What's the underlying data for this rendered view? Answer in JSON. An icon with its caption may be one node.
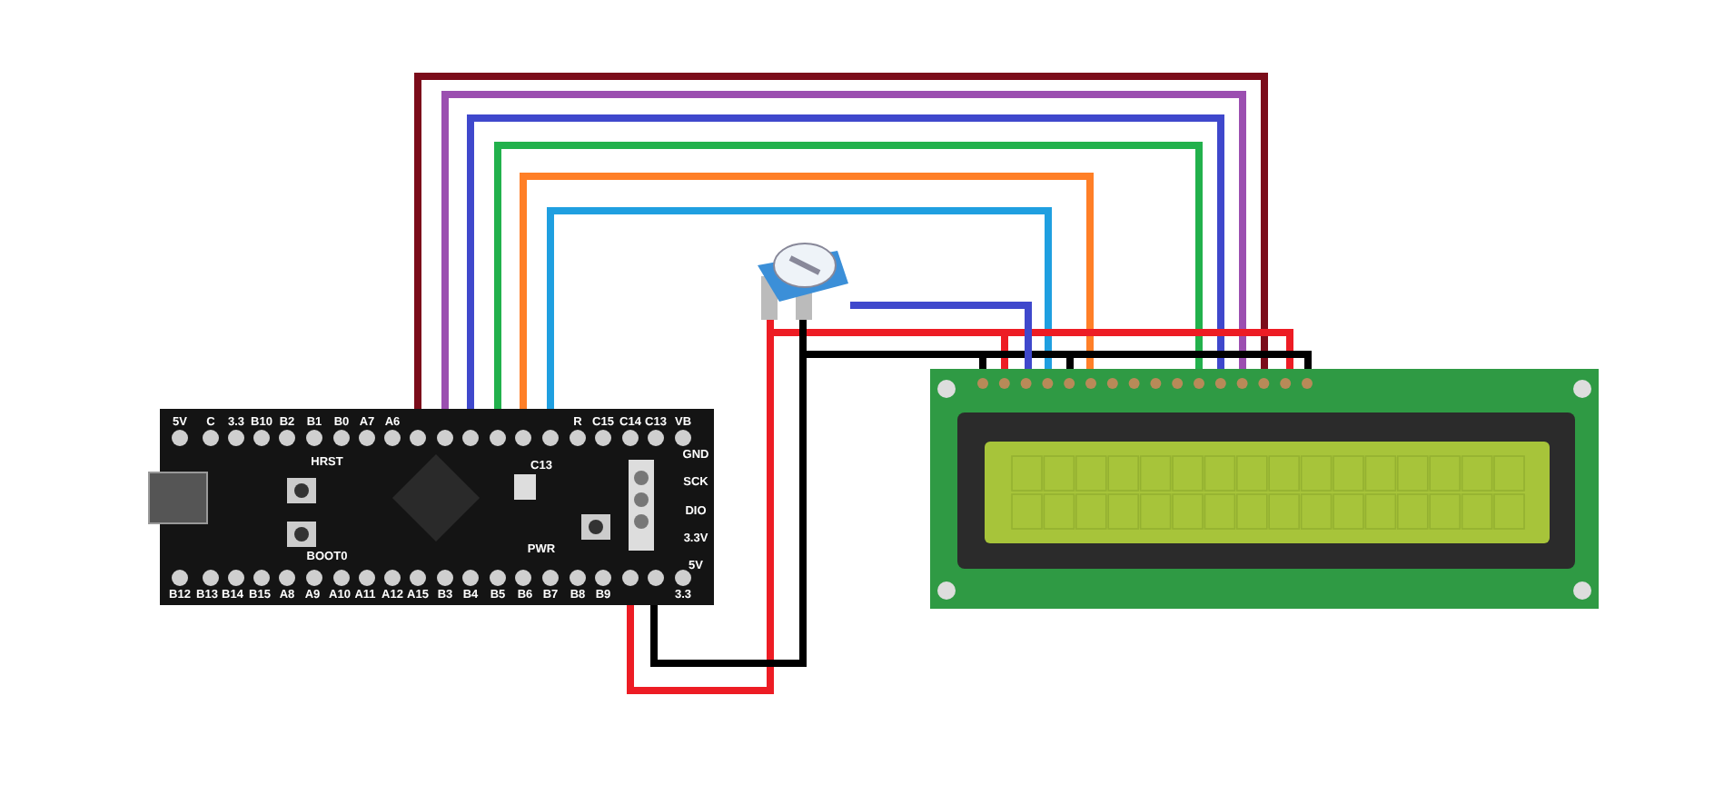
{
  "diagram": {
    "nodes": [
      {
        "text": [],
        "shape": "picture"
      },
      {
        "text": [],
        "shape": "picture"
      },
      {
        "text": [],
        "shape": "picture"
      }
    ],
    "edges": [
      {
        "from": 0,
        "to": 2,
        "arrow": "none",
        "color": "#7b0c1a"
      },
      {
        "from": 0,
        "to": 2,
        "arrow": "none",
        "color": "#9b4fb0"
      },
      {
        "from": 0,
        "to": 2,
        "arrow": "none",
        "color": "#3f48cc"
      },
      {
        "from": 0,
        "to": 2,
        "arrow": "none",
        "color": "#22b14c"
      },
      {
        "from": 0,
        "to": 2,
        "arrow": "none",
        "color": "#ff7f27"
      },
      {
        "from": 0,
        "to": 2,
        "arrow": "none",
        "color": "#1f9fe0"
      },
      {
        "from": 0,
        "to": 1,
        "arrow": "none",
        "color": "#ed1c24"
      },
      {
        "from": 1,
        "to": 2,
        "arrow": "none",
        "color": "#ed1c24"
      },
      {
        "from": 0,
        "to": 1,
        "arrow": "none",
        "color": "#000000"
      },
      {
        "from": 1,
        "to": 2,
        "arrow": "none",
        "color": "#000000"
      },
      {
        "from": 1,
        "to": 2,
        "arrow": "none",
        "color": "#3f48cc"
      }
    ],
    "labels": [
      "5V",
      "C",
      "3.3",
      "B10",
      "B2",
      "B1",
      "B0",
      "A7",
      "A6",
      "R",
      "C15",
      "C14",
      "C13",
      "VB",
      "B12",
      "B13",
      "B14",
      "B15",
      "A8",
      "A9",
      "A10",
      "A11",
      "A12",
      "A15",
      "B3",
      "B4",
      "B5",
      "B6",
      "B7",
      "B8",
      "B9",
      "3.3",
      "HRST",
      "BOOT0",
      "C13",
      "PWR",
      "GND",
      "SCK",
      "DIO",
      "3.3V",
      "5V"
    ]
  }
}
